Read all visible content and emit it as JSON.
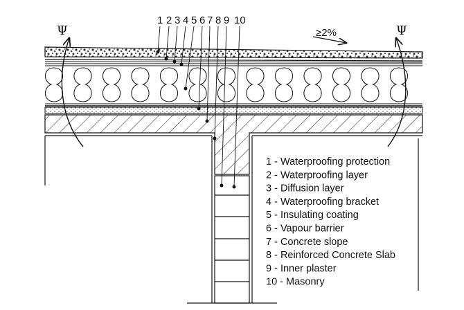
{
  "callout_numbers": [
    "1",
    "2",
    "3",
    "4",
    "5",
    "6",
    "7",
    "8",
    "9",
    "10"
  ],
  "legend": [
    "1 - Waterproofing protection",
    "2 - Waterproofing layer",
    "3 - Diffusion layer",
    "4 - Waterproofing bracket",
    "5 - Insulating coating",
    "6 - Vapour barrier",
    "7 - Concrete slope",
    "8 - Reinforced Concrete Slab",
    "9 - Inner plaster",
    "10 - Masonry"
  ],
  "slope_label": "≥2%",
  "vent_symbol_left": "Ψ",
  "vent_symbol_right": "Ψ"
}
